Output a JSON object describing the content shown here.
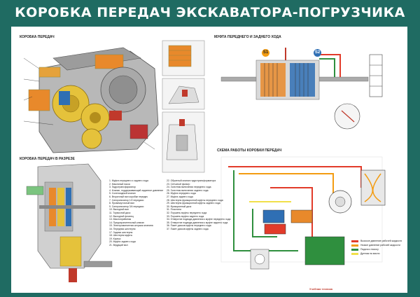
{
  "title": "КОРОБКА ПЕРЕДАЧ ЭКСКАВАТОРА-ПОГРУЗЧИКА",
  "sections": {
    "gearbox": "КОРОБКА ПЕРЕДАЧ",
    "clutch": "МУФТА ПЕРЕДНЕГО И ЗАДНЕГО ХОДА",
    "cutaway": "КОРОБКА ПЕРЕДАЧ В РАЗРЕЗЕ",
    "scheme": "СХЕМА РАБОТЫ КОРОБКИ ПЕРЕДАЧ"
  },
  "callouts": {
    "s1": "S1",
    "s2": "S2"
  },
  "parts_col1": [
    "1. Муфта переднего и заднего хода",
    "2. Масляный насос",
    "3. Гидротрансформатор",
    "4. Клапан, поддерживающий заданное давление",
    "5. Соленоидный клапан",
    "6. Вторичный вал коробки передач",
    "7. Синхронизатор 1/2 передачи",
    "8. Промежуточный вал",
    "9. Синхронизатор 3/4 передачи",
    "10. Выходной вал",
    "11. Тормозной диск",
    "12. Выходной фланец",
    "13. Маслоприёмник",
    "14. Предохранительный клапан",
    "15. Электромагнитная катушка клапана",
    "16. Передняя шестерня",
    "17. Задняя шестерня",
    "18. Шестерня муфты",
    "19. Корпус",
    "20. Муфта заднего хода",
    "21. Ведущий вал"
  ],
  "parts_col2": [
    "22. Обратный клапан гидротрансформатора",
    "23. Сетчатый фильтр",
    "24. Золотник включения переднего хода",
    "25. Золотник включения заднего хода",
    "26. Муфта переднего хода",
    "27. Муфта заднего хода",
    "28. Шестерня фрикционной муфты переднего хода",
    "29. Шестерня фрикционной муфты заднего хода",
    "30. Фрикционный диск",
    "31. Пластина",
    "32. Поршень муфты переднего хода",
    "33. Поршень муфты заднего хода",
    "34. Отверстие подвода давления к муфте переднего хода",
    "35. Отверстие подвода давления к муфте заднего хода",
    "36. Пакет дисков муфты переднего хода",
    "37. Пакет дисков муфты заднего хода"
  ],
  "key": [
    {
      "label": "Высокое давление рабочей жидкости",
      "color": "#e23b2a"
    },
    {
      "label": "Низкое давление рабочей жидкости",
      "color": "#f39c12"
    },
    {
      "label": "Подача к насосу",
      "color": "#2f8f3e"
    },
    {
      "label": "Дренаж на масло",
      "color": "#f1e04a"
    }
  ],
  "colors": {
    "background": "#1f6b62",
    "orange": "#e8892b",
    "gear": "#e5c23b",
    "casing": "#8a8a8a",
    "blue": "#2f6fb4"
  },
  "brand": "Учебная техника"
}
